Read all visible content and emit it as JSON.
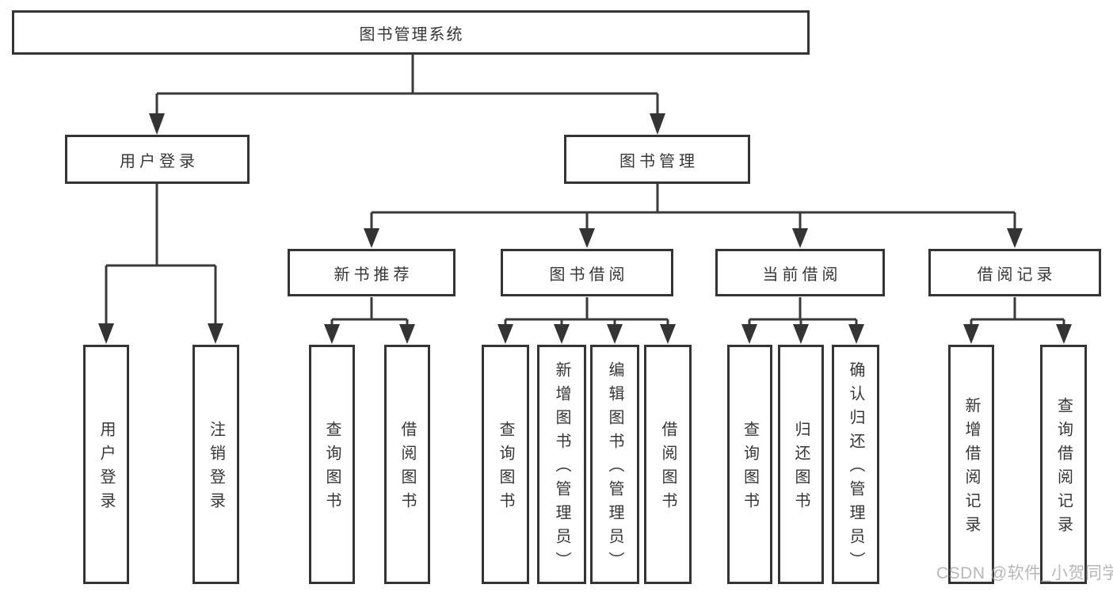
{
  "colors": {
    "box_border": "#343434",
    "line": "#3a3a3a",
    "text": "#363636",
    "watermark": "#aaaaaa",
    "background": "#ffffff"
  },
  "nodes": {
    "root": "图书管理系统",
    "user_login": "用户登录",
    "book_management": "图书管理",
    "new_book_recommendation": "新书推荐",
    "book_borrowing": "图书借阅",
    "current_borrowing": "当前借阅",
    "borrowing_records": "借阅记录",
    "user_login_leaf": "用户登录",
    "logout": "注销登录",
    "recommend_query_books": "查询图书",
    "recommend_borrow_books": "借阅图书",
    "borrow_query_books": "查询图书",
    "borrow_add_books": "新增图书（管理员）",
    "borrow_edit_books": "编辑图书（管理员）",
    "borrow_borrow_books": "借阅图书",
    "current_query_books": "查询图书",
    "current_return_books": "归还图书",
    "current_confirm_return": "确认归还（管理员）",
    "records_add_record": "新增借阅记录",
    "records_query_record": "查询借阅记录"
  },
  "watermark": "CSDN @软件_小贺同学"
}
